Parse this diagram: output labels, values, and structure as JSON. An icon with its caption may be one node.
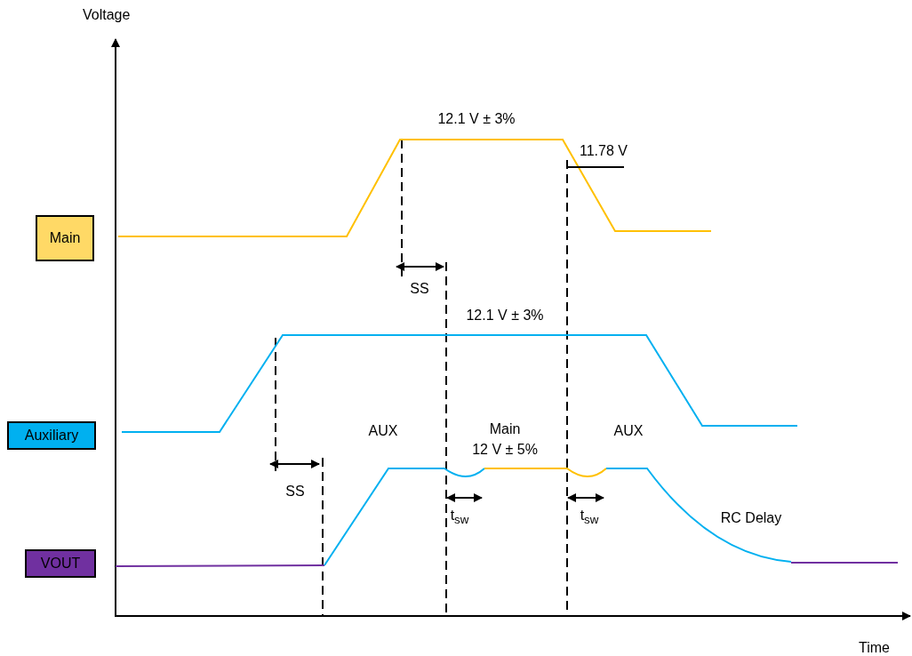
{
  "diagram": {
    "nodes": [
      {
        "text": [
          "Main"
        ]
      },
      {
        "text": [
          "Auxiliary"
        ]
      },
      {
        "text": [
          "VOUT"
        ]
      }
    ],
    "labels": [
      "Voltage",
      "12.1 V ± 3%",
      "11.78 V",
      "SS",
      "12.1 V ± 3%",
      "AUX",
      "Main",
      "12 V ± 5%",
      "AUX",
      "SS",
      "t$_{sw}$",
      "t$_{sw}$",
      "RC Delay",
      "Time"
    ]
  }
}
